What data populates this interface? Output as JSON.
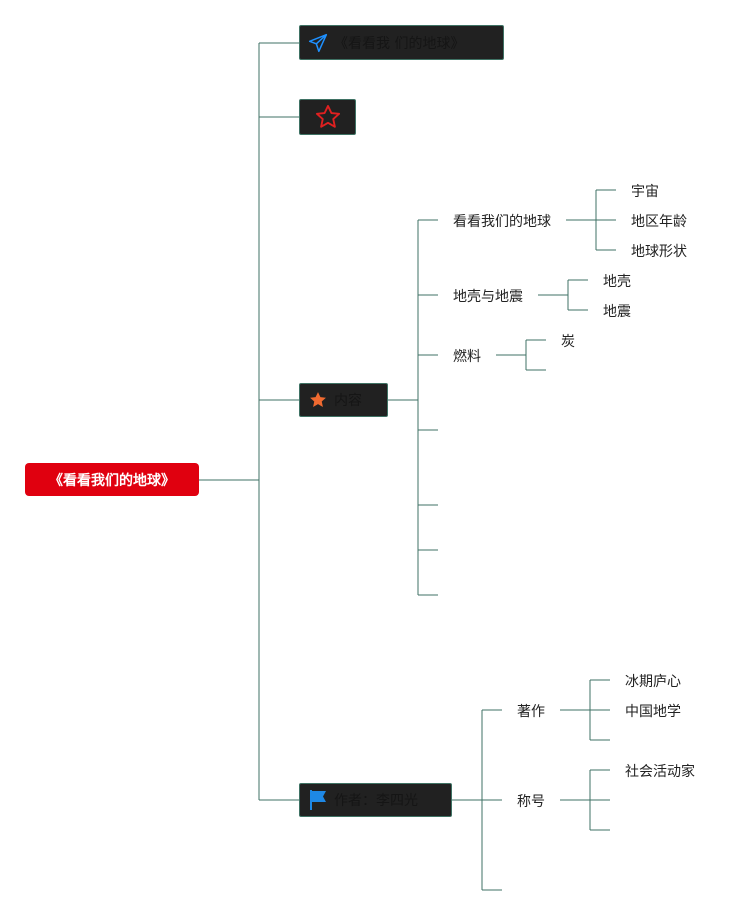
{
  "root": {
    "label": "《看看我们的地球》"
  },
  "branches": {
    "book": {
      "label": "《看看我 们的地球》",
      "icon": "paper-plane-icon"
    },
    "rating": {
      "icon": "star-outline-icon"
    },
    "content": {
      "label": "内容",
      "icon": "star-filled-icon",
      "children": [
        {
          "label": "看看我们的地球",
          "children": [
            "宇宙",
            "地区年龄",
            "地球形状"
          ]
        },
        {
          "label": "地壳与地震",
          "children": [
            "地壳",
            "地震"
          ]
        },
        {
          "label": "燃料",
          "children": [
            "炭"
          ]
        }
      ]
    },
    "author": {
      "label": "作者：李四光",
      "icon": "flag-icon",
      "children": [
        {
          "label": "著作",
          "children": [
            "冰期庐心",
            "中国地学"
          ]
        },
        {
          "label": "称号",
          "children": [
            "社会活动家"
          ]
        }
      ]
    }
  },
  "colors": {
    "root_fill": "#e0000f",
    "node_fill": "#212121",
    "node_border": "#3f7264",
    "line": "#3f7264",
    "paper_plane": "#1e90ff",
    "star_outline": "#e02020",
    "star_filled": "#f06a30",
    "flag": "#1e88e5"
  }
}
